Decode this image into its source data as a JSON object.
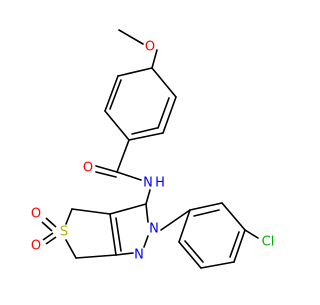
{
  "molecule": {
    "atoms": {
      "methoxy_o": "O",
      "amide_o": "O",
      "amide_n": "N",
      "amide_h": "H",
      "sulfur": "S",
      "sulfonyl_o_upper": "O",
      "sulfonyl_o_lower": "O",
      "pyrazole_n1": "N",
      "pyrazole_n2": "N",
      "chlorine": "Cl"
    },
    "colors": {
      "carbon_bond": "#000000",
      "oxygen": "#ff0000",
      "nitrogen": "#0000ff",
      "sulfur": "#b2b200",
      "chlorine": "#00b000"
    }
  }
}
